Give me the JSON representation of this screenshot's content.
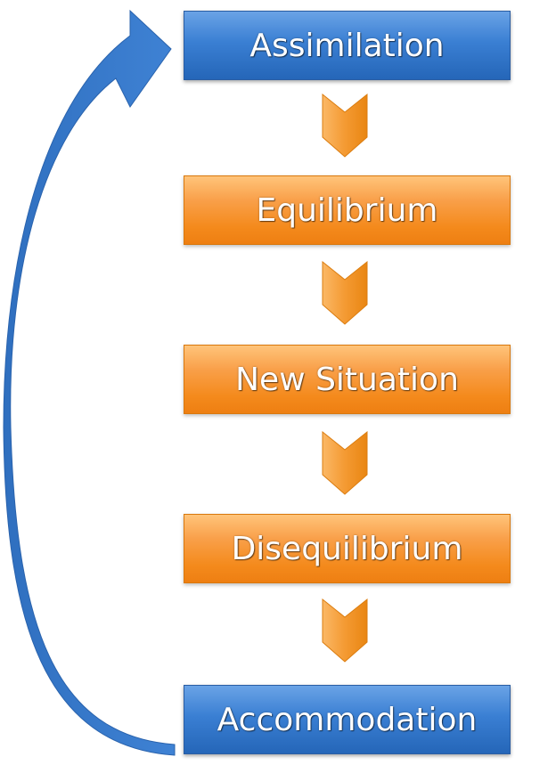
{
  "diagram": {
    "steps": [
      {
        "label": "Assimilation",
        "color": "#3a7fd3"
      },
      {
        "label": "Equilibrium",
        "color": "#f48a1c"
      },
      {
        "label": "New Situation",
        "color": "#f48a1c"
      },
      {
        "label": "Disequilibrium",
        "color": "#f48a1c"
      },
      {
        "label": "Accommodation",
        "color": "#3a7fd3"
      }
    ],
    "cycle_arrow_color": "#2e6fc0",
    "step_arrow_color": "#f7a13c"
  }
}
